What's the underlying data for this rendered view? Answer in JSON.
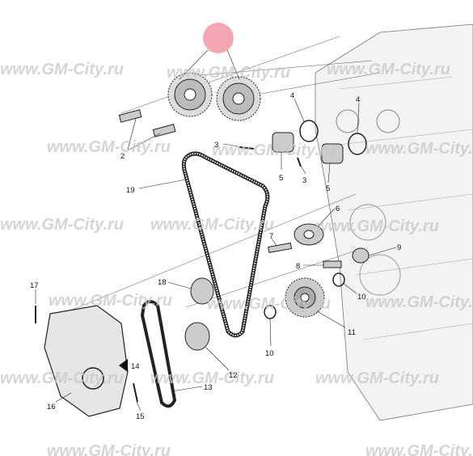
{
  "watermark": "www.GM-City.ru",
  "highlight_color": "#f4a7b3",
  "callouts": {
    "c2": "2",
    "c3a": "3",
    "c3b": "3",
    "c4a": "4",
    "c4b": "4",
    "c5a": "5",
    "c5b": "5",
    "c6": "6",
    "c7": "7",
    "c8": "8",
    "c9": "9",
    "c10a": "10",
    "c10b": "10",
    "c11": "11",
    "c12": "12",
    "c13": "13",
    "c14": "14",
    "c15": "15",
    "c16": "16",
    "c17": "17",
    "c18": "18",
    "c19": "19"
  }
}
